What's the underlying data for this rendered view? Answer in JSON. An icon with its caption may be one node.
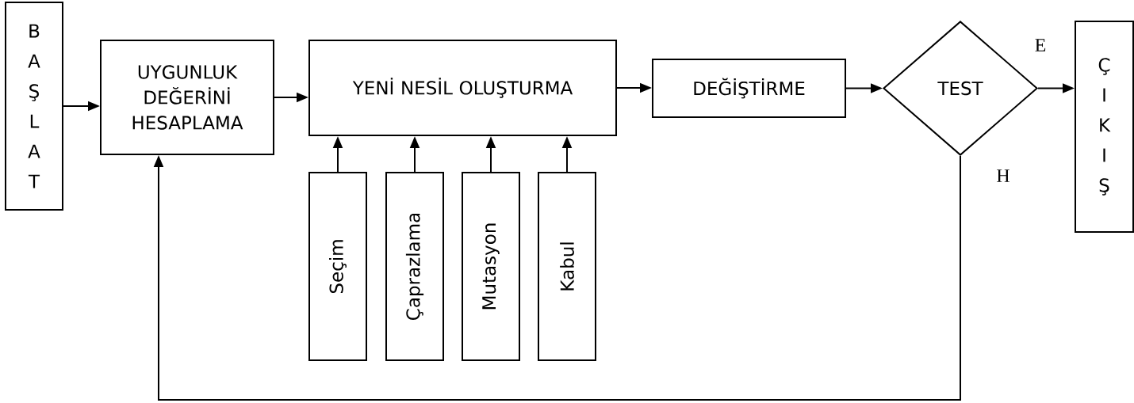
{
  "diagram": {
    "nodes": [
      {
        "text": [
          "B A Ş L A T"
        ]
      },
      {
        "text": [
          "UYGUNLUK DEĞERİNİ HESAPLAMA"
        ]
      },
      {
        "text": [
          "YENİ NESİL OLUŞTURMA"
        ]
      },
      {
        "text": [
          "DEĞİŞTİRME"
        ]
      },
      {
        "text": [
          "TEST"
        ]
      },
      {
        "text": [
          "Ç I K I Ş"
        ]
      },
      {
        "text": [
          "Seçim"
        ]
      },
      {
        "text": [
          "Çaprazlama"
        ]
      },
      {
        "text": [
          "Mutasyon"
        ]
      },
      {
        "text": [
          "Kabul"
        ]
      }
    ],
    "edges": [
      {
        "from": 0,
        "to": 1,
        "arrow": "to"
      },
      {
        "from": 1,
        "to": 2,
        "arrow": "to"
      },
      {
        "from": 2,
        "to": 3,
        "arrow": "to"
      },
      {
        "from": 3,
        "to": 4,
        "arrow": "to"
      },
      {
        "from": 4,
        "to": 5,
        "arrow": "to",
        "label": "E"
      },
      {
        "from": 4,
        "to": 1,
        "arrow": "to",
        "label": "H"
      },
      {
        "from": 6,
        "to": 2,
        "arrow": "to"
      },
      {
        "from": 7,
        "to": 2,
        "arrow": "to"
      },
      {
        "from": 8,
        "to": 2,
        "arrow": "to"
      },
      {
        "from": 9,
        "to": 2,
        "arrow": "to"
      }
    ]
  }
}
